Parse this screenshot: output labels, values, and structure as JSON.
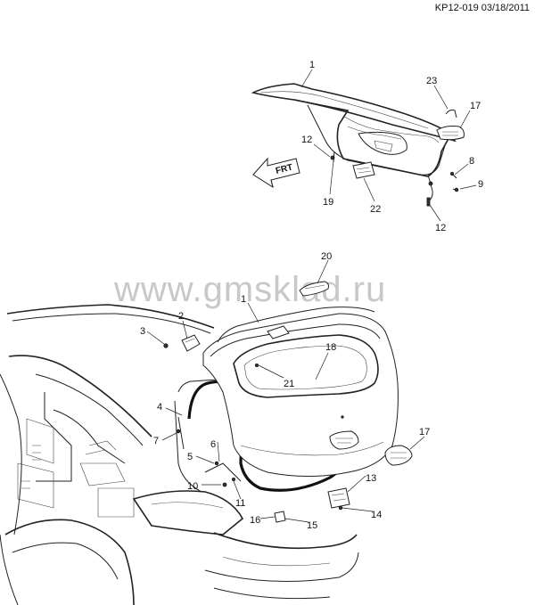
{
  "header": {
    "doc_id": "KP12-019 03/18/2011"
  },
  "watermark": {
    "text": "www.gmsklad.ru"
  },
  "direction_badge": {
    "text": "FRT",
    "icon": "front-arrow-icon"
  },
  "callouts": {
    "top_1": "1",
    "top_23": "23",
    "top_17": "17",
    "top_12a": "12",
    "top_8": "8",
    "top_9": "9",
    "top_19": "19",
    "top_22": "22",
    "top_12b": "12",
    "main_20": "20",
    "main_1": "1",
    "main_2": "2",
    "main_3": "3",
    "main_18": "18",
    "main_21": "21",
    "main_4": "4",
    "main_7": "7",
    "main_6": "6",
    "main_5": "5",
    "main_10": "10",
    "main_11": "11",
    "main_17": "17",
    "main_13": "13",
    "main_14": "14",
    "main_16": "16",
    "main_15": "15"
  },
  "colors": {
    "line": "#222222",
    "watermark": "#c8c8c8"
  }
}
